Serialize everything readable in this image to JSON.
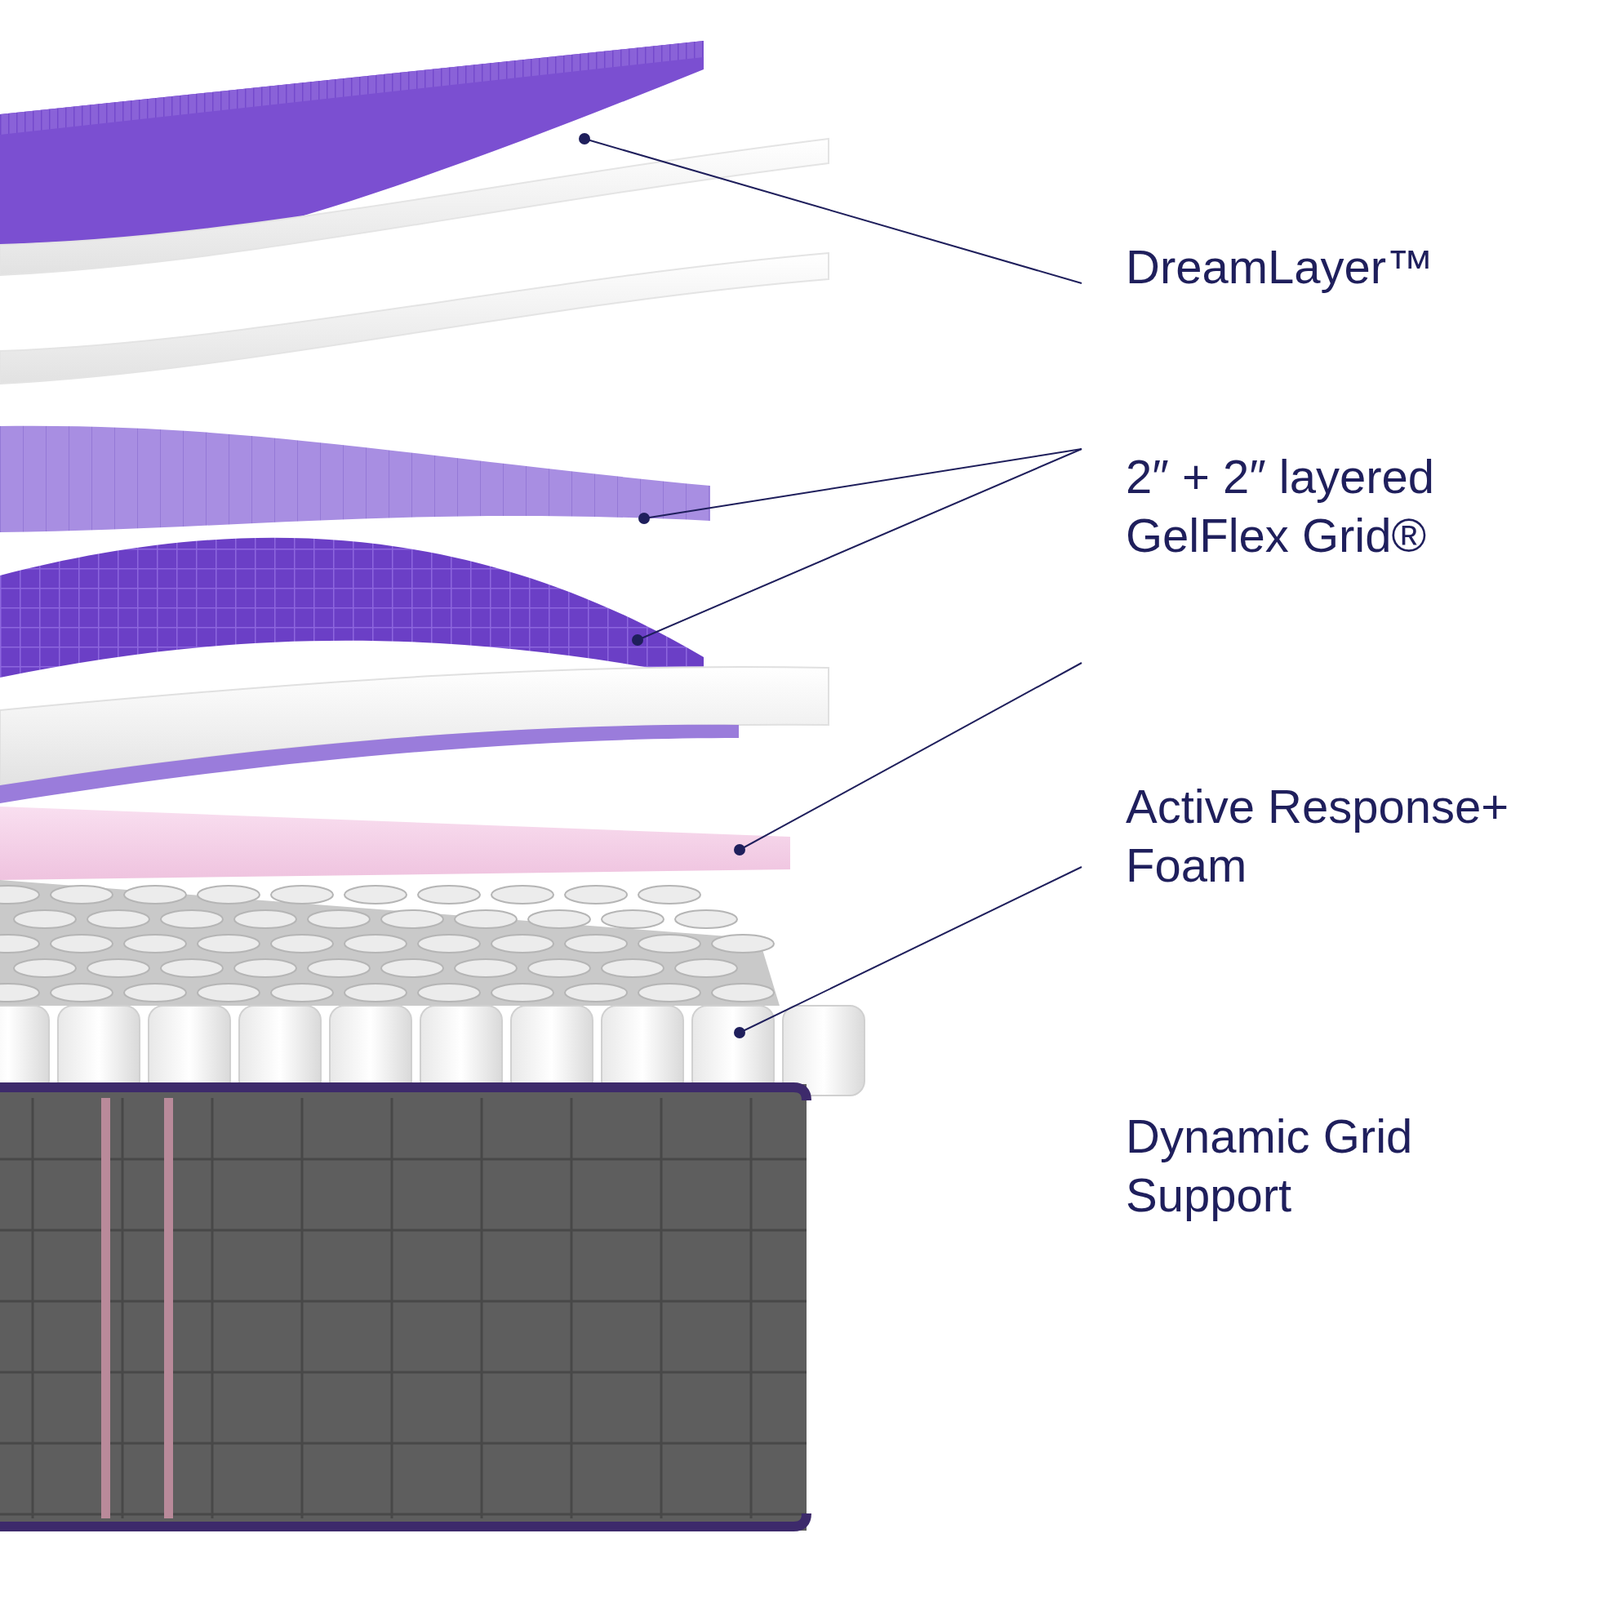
{
  "diagram": {
    "labels": [
      "DreamLayer™",
      "2″ + 2″ layered GelFlex Grid®",
      "Active Response+ Foam",
      "Dynamic Grid Support"
    ]
  }
}
